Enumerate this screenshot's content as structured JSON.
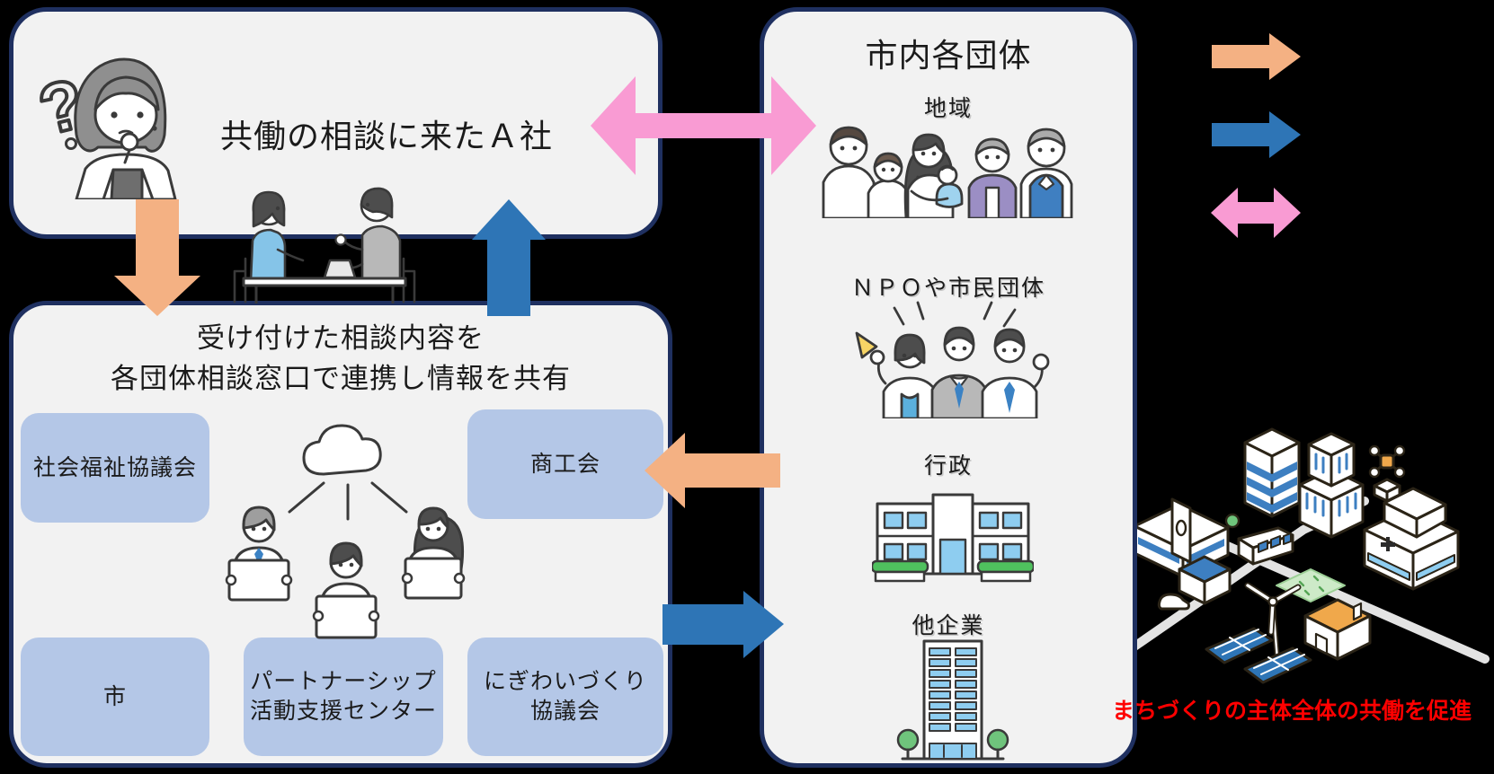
{
  "consult_box": {
    "title": "共働の相談に来たＡ社"
  },
  "share_box": {
    "title_line1": "受け付けた相談内容を",
    "title_line2": "各団体相談窓口で連携し情報を共有",
    "orgs": {
      "shakyo": "社会福祉協議会",
      "shokokai": "商工会",
      "shi": "市",
      "partnership_line1": "パートナーシップ",
      "partnership_line2": "活動支援センター",
      "nigiwai_line1": "にぎわいづくり",
      "nigiwai_line2": "協議会"
    }
  },
  "groups_box": {
    "title": "市内各団体",
    "sections": [
      {
        "label": "地域"
      },
      {
        "label": "ＮＰＯや市民団体"
      },
      {
        "label": "行政"
      },
      {
        "label": "他企業"
      }
    ]
  },
  "caption": {
    "text": "まちづくりの主体全体の共働を促進"
  },
  "colors": {
    "background": "#000000",
    "panel_fill": "#f2f2f2",
    "panel_border": "#1f3060",
    "org_box_fill": "#b4c7e7",
    "arrow_orange": "#f4b183",
    "arrow_blue": "#2e75b6",
    "arrow_pink": "#f99bd3",
    "caption_red": "#ff0000"
  },
  "icons": [
    "question-mark-icon",
    "thinking-woman-icon",
    "consultation-meeting-icon",
    "down-arrow-icon",
    "up-arrow-icon",
    "left-right-arrow-icon",
    "left-arrow-icon",
    "right-arrow-icon",
    "cloud-network-icon",
    "community-family-icon",
    "npo-group-icon",
    "government-building-icon",
    "office-tower-icon",
    "smart-city-icon"
  ]
}
